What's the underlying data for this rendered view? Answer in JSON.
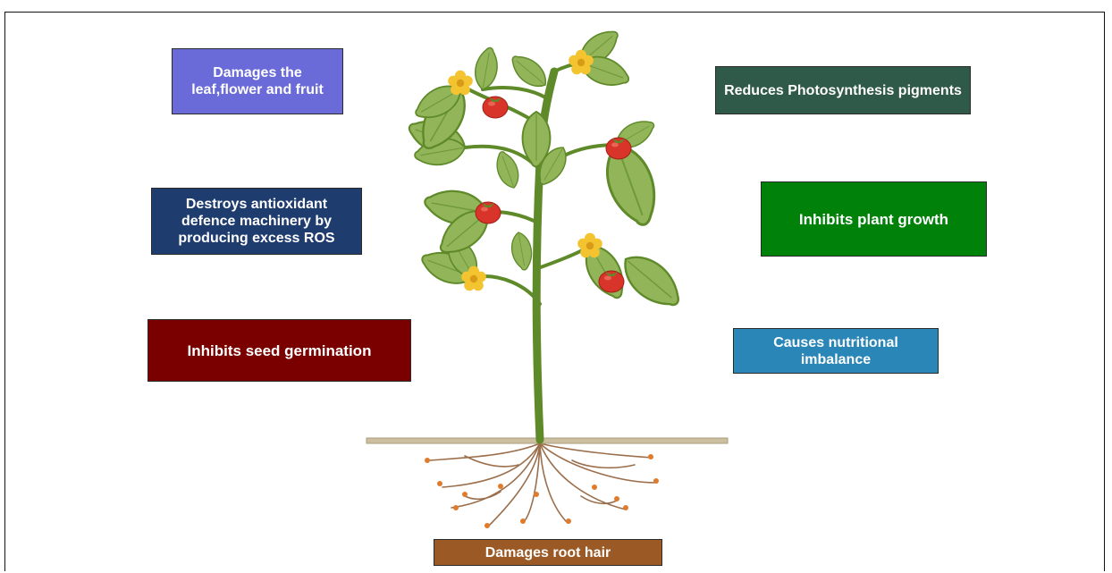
{
  "effects": {
    "leaf_flower_fruit": {
      "text": "Damages the leaf,flower and fruit",
      "color": "#6a6ad8"
    },
    "antioxidant": {
      "text": "Destroys antioxidant defence machinery by producing excess ROS",
      "color": "#1f3c6e"
    },
    "seed_germination": {
      "text": "Inhibits seed germination",
      "color": "#7a0000"
    },
    "photosynthesis": {
      "text": "Reduces Photosynthesis pigments",
      "color": "#2f5949"
    },
    "plant_growth": {
      "text": "Inhibits plant growth",
      "color": "#00820a"
    },
    "nutritional": {
      "text": "Causes nutritional imbalance",
      "color": "#2b86b8"
    },
    "root_hair": {
      "text": "Damages root hair",
      "color": "#9b5a25"
    }
  },
  "illustration": {
    "plant": "tomato-plant",
    "leaf_color": "#93b55a",
    "stem_color": "#5f8a2a",
    "fruit_color": "#d8342a",
    "flower_color": "#f4c430",
    "root_color": "#9b6f4c",
    "soil_color": "#cbbf9f"
  }
}
